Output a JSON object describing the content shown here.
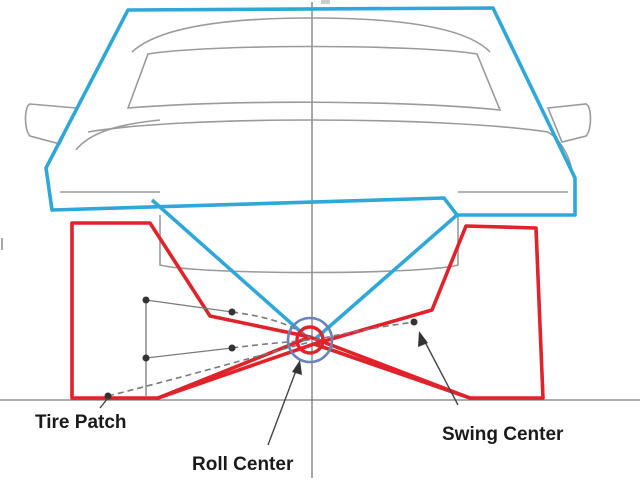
{
  "labels": {
    "tire_patch": "Tire Patch",
    "roll_center": "Roll Center",
    "swing_center": "Swing Center"
  },
  "colors": {
    "body_outline": "#2fa8d8",
    "suspension": "#e0232a",
    "roll_center_ring": "#6a84b8",
    "car_sketch": "#9a9a9a"
  }
}
